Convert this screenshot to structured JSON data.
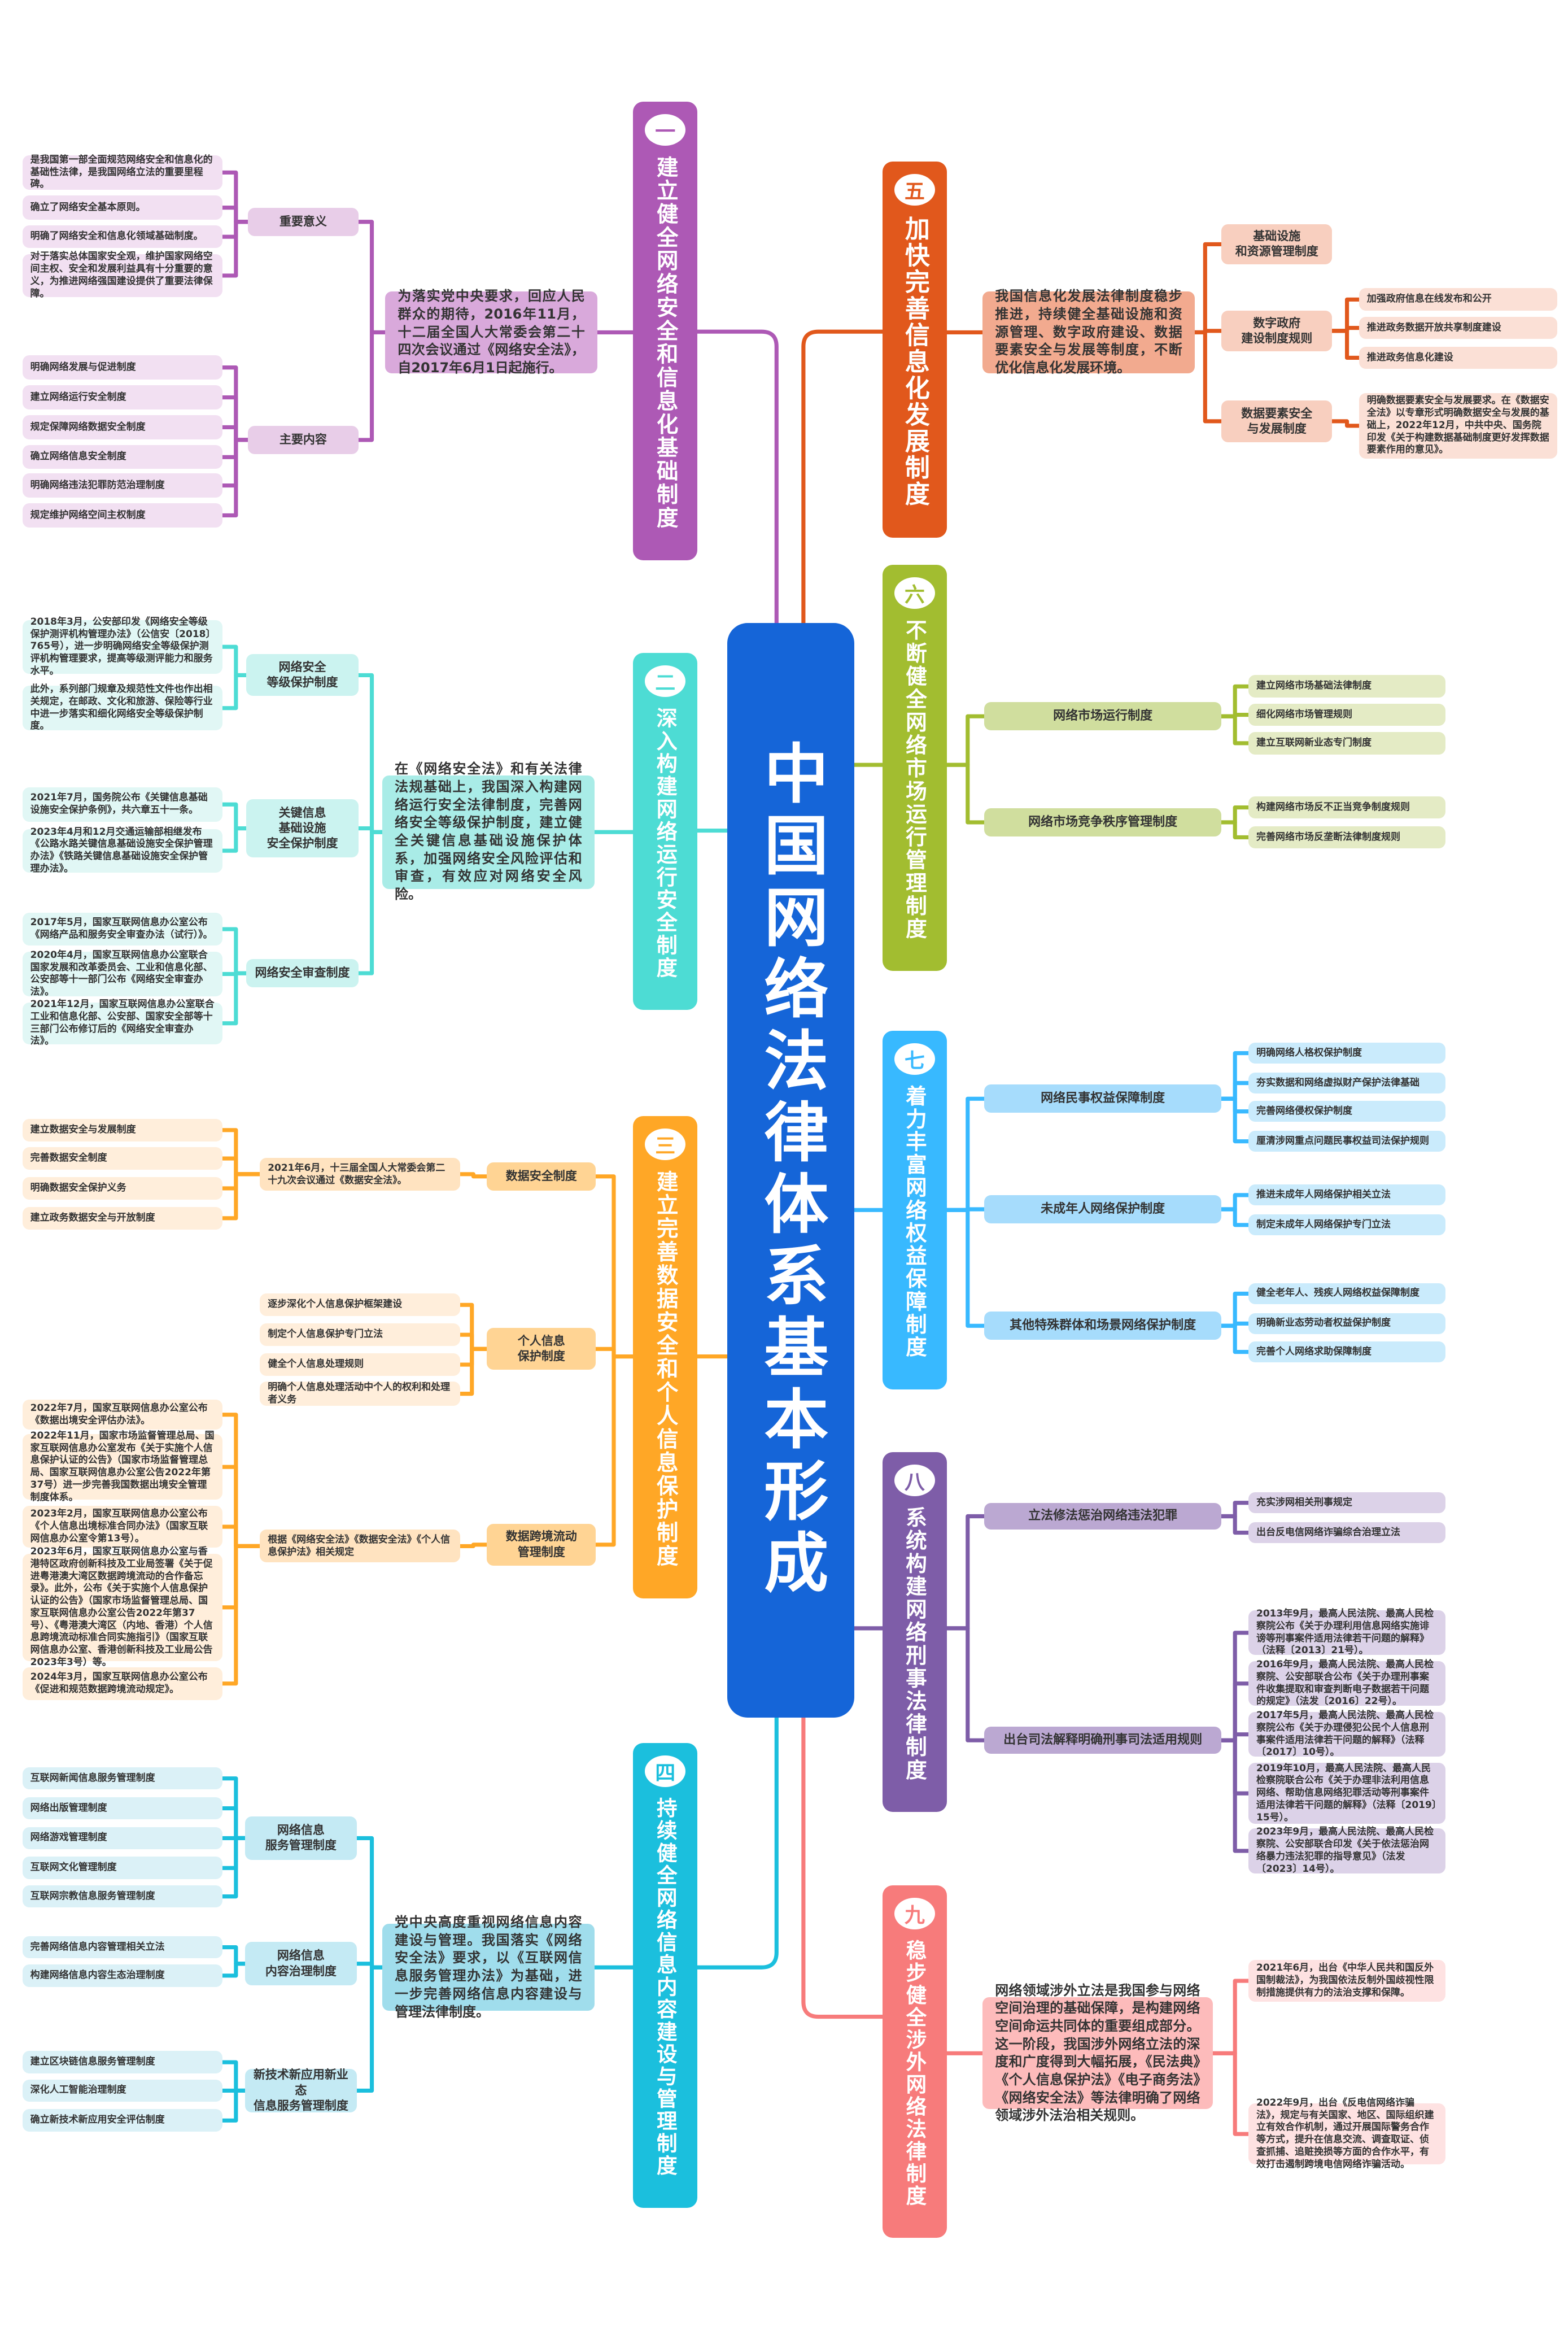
{
  "title": "中国网络法律体系基本形成",
  "central_color": "#1565D8",
  "sections": [
    {
      "num": "一",
      "title": "建立健全网络安全和信息化基础制度",
      "colors": {
        "main": "#AD59B5",
        "desc": "#D9A9DB",
        "sub": "#E8CDE8",
        "leaf": "#F2E0F2"
      },
      "desc": "为落实党中央要求，回应人民群众的期待，2016年11月，十二届全国人大常委会第二十四次会议通过《网络安全法》，自2017年6月1日起施行。",
      "groups": [
        {
          "label": "重要意义",
          "items": [
            "是我国第一部全面规范网络安全和信息化的基础性法律，是我国网络立法的重要里程碑。",
            "确立了网络安全基本原则。",
            "明确了网络安全和信息化领域基础制度。",
            "对于落实总体国家安全观，维护国家网络空间主权、安全和发展利益具有十分重要的意义，为推进网络强国建设提供了重要法律保障。"
          ]
        },
        {
          "label": "主要内容",
          "items": [
            "明确网络发展与促进制度",
            "建立网络运行安全制度",
            "规定保障网络数据安全制度",
            "确立网络信息安全制度",
            "明确网络违法犯罪防范治理制度",
            "规定维护网络空间主权制度"
          ]
        }
      ]
    },
    {
      "num": "二",
      "title": "深入构建网络运行安全制度",
      "colors": {
        "main": "#4DDCD4",
        "desc": "#A9ECE7",
        "sub": "#CBF3F0",
        "leaf": "#E1F7F5"
      },
      "desc": "在《网络安全法》和有关法律法规基础上，我国深入构建网络运行安全法律制度，完善网络安全等级保护制度，建立健全关键信息基础设施保护体系，加强网络安全风险评估和审查，有效应对网络安全风险。",
      "groups": [
        {
          "label": "网络安全\n等级保护制度",
          "items": [
            "2018年3月，公安部印发《网络安全等级保护测评机构管理办法》（公信安〔2018〕765号），进一步明确网络安全等级保护测评机构管理要求，提高等级测评能力和服务水平。",
            "此外，系列部门规章及规范性文件也作出相关规定，在邮政、文化和旅游、保险等行业中进一步落实和细化网络安全等级保护制度。"
          ]
        },
        {
          "label": "关键信息\n基础设施\n安全保护制度",
          "items": [
            "2021年7月，国务院公布《关键信息基础设施安全保护条例》，共六章五十一条。",
            "2023年4月和12月交通运输部相继发布《公路水路关键信息基础设施安全保护管理办法》《铁路关键信息基础设施安全保护管理办法》。"
          ]
        },
        {
          "label": "网络安全审查制度",
          "items": [
            "2017年5月，国家互联网信息办公室公布《网络产品和服务安全审查办法（试行）》。",
            "2020年4月，国家互联网信息办公室联合国家发展和改革委员会、工业和信息化部、公安部等十一部门公布《网络安全审查办法》。",
            "2021年12月，国家互联网信息办公室联合工业和信息化部、公安部、国家安全部等十三部门公布修订后的《网络安全审查办法》。"
          ]
        }
      ]
    },
    {
      "num": "三",
      "title": "建立完善数据安全和个人信息保护制度",
      "colors": {
        "main": "#FFA726",
        "sub": "#FFD494",
        "mid": "#FFE3C0",
        "leaf": "#FFEEDB"
      },
      "groups": [
        {
          "label": "数据安全制度",
          "mid": "2021年6月，十三届全国人大常委会第二十九次会议通过《数据安全法》。",
          "items": [
            "建立数据安全与发展制度",
            "完善数据安全制度",
            "明确数据安全保护义务",
            "建立政务数据安全与开放制度"
          ]
        },
        {
          "label": "个人信息\n保护制度",
          "items": [
            "逐步深化个人信息保护框架建设",
            "制定个人信息保护专门立法",
            "健全个人信息处理规则",
            "明确个人信息处理活动中个人的权利和处理者义务"
          ]
        },
        {
          "label": "数据跨境流动\n管理制度",
          "mid": "根据《网络安全法》《数据安全法》《个人信息保护法》相关规定",
          "items": [
            "2022年7月，国家互联网信息办公室公布《数据出境安全评估办法》。",
            "2022年11月，国家市场监督管理总局、国家互联网信息办公室发布《关于实施个人信息保护认证的公告》（国家市场监督管理总局、国家互联网信息办公室公告2022年第37号）进一步完善我国数据出境安全管理制度体系。",
            "2023年2月，国家互联网信息办公室公布《个人信息出境标准合同办法》（国家互联网信息办公室令第13号）。",
            "2023年6月，国家互联网信息办公室与香港特区政府创新科技及工业局签署《关于促进粤港澳大湾区数据跨境流动的合作备忘录》。此外，公布《关于实施个人信息保护认证的公告》（国家市场监督管理总局、国家互联网信息办公室公告2022年第37号）、《粤港澳大湾区（内地、香港）个人信息跨境流动标准合同实施指引》（国家互联网信息办公室、香港创新科技及工业局公告2023年3号）等。",
            "2024年3月，国家互联网信息办公室公布《促进和规范数据跨境流动规定》。"
          ]
        }
      ]
    },
    {
      "num": "四",
      "title": "持续健全网络信息内容建设与管理制度",
      "colors": {
        "main": "#1BBFDD",
        "desc": "#A0DDEC",
        "sub": "#C4EAF4",
        "leaf": "#DBF1F7"
      },
      "desc": "党中央高度重视网络信息内容建设与管理。我国落实《网络安全法》要求，以《互联网信息服务管理办法》为基础，进一步完善网络信息内容建设与管理法律制度。",
      "groups": [
        {
          "label": "网络信息\n服务管理制度",
          "items": [
            "互联网新闻信息服务管理制度",
            "网络出版管理制度",
            "网络游戏管理制度",
            "互联网文化管理制度",
            "互联网宗教信息服务管理制度"
          ]
        },
        {
          "label": "网络信息\n内容治理制度",
          "items": [
            "完善网络信息内容管理相关立法",
            "构建网络信息内容生态治理制度"
          ]
        },
        {
          "label": "新技术新应用新业态\n信息服务管理制度",
          "items": [
            "建立区块链信息服务管理制度",
            "深化人工智能治理制度",
            "确立新技术新应用安全评估制度"
          ]
        }
      ]
    },
    {
      "num": "五",
      "title": "加快完善信息化发展制度",
      "colors": {
        "main": "#E1581C",
        "desc": "#F2AA8F",
        "sub": "#F8CFBF",
        "leaf": "#FBE0D6"
      },
      "desc": "我国信息化发展法律制度稳步推进，持续健全基础设施和资源管理、数字政府建设、数据要素安全与发展等制度，不断优化信息化发展环境。",
      "groups": [
        {
          "label": "基础设施\n和资源管理制度",
          "items": []
        },
        {
          "label": "数字政府\n建设制度规则",
          "items": [
            "加强政府信息在线发布和公开",
            "推进政务数据开放共享制度建设",
            "推进政务信息化建设"
          ]
        },
        {
          "label": "数据要素安全\n与发展制度",
          "items": [
            "明确数据要素安全与发展要求。在《数据安全法》以专章形式明确数据安全与发展的基础上，2022年12月，中共中央、国务院印发《关于构建数据基础制度更好发挥数据要素作用的意见》。"
          ]
        }
      ]
    },
    {
      "num": "六",
      "title": "不断健全网络市场运行管理制度",
      "colors": {
        "main": "#A2BD30",
        "sub": "#D0DE9E",
        "leaf": "#E4EBC5"
      },
      "groups": [
        {
          "label": "网络市场运行制度",
          "items": [
            "建立网络市场基础法律制度",
            "细化网络市场管理规则",
            "建立互联网新业态专门制度"
          ]
        },
        {
          "label": "网络市场竞争秩序管理制度",
          "items": [
            "构建网络市场反不正当竞争制度规则",
            "完善网络市场反垄断法律制度规则"
          ]
        }
      ]
    },
    {
      "num": "七",
      "title": "着力丰富网络权益保障制度",
      "colors": {
        "main": "#38B9FF",
        "sub": "#A6DCFC",
        "leaf": "#CAEBFC"
      },
      "groups": [
        {
          "label": "网络民事权益保障制度",
          "items": [
            "明确网络人格权保护制度",
            "夯实数据和网络虚拟财产保护法律基础",
            "完善网络侵权保护制度",
            "厘清涉网重点问题民事权益司法保护规则"
          ]
        },
        {
          "label": "未成年人网络保护制度",
          "items": [
            "推进未成年人网络保护相关立法",
            "制定未成年人网络保护专门立法"
          ]
        },
        {
          "label": "其他特殊群体和场景网络保护制度",
          "items": [
            "健全老年人、残疾人网络权益保障制度",
            "明确新业态劳动者权益保护制度",
            "完善个人网络求助保障制度"
          ]
        }
      ]
    },
    {
      "num": "八",
      "title": "系统构建网络刑事法律制度",
      "colors": {
        "main": "#7E5DA8",
        "sub": "#BBA8D2",
        "leaf": "#DCD2E8"
      },
      "groups": [
        {
          "label": "立法修法惩治网络违法犯罪",
          "items": [
            "充实涉网相关刑事规定",
            "出台反电信网络诈骗综合治理立法"
          ]
        },
        {
          "label": "出台司法解释明确刑事司法适用规则",
          "items": [
            "2013年9月，最高人民法院、最高人民检察院公布《关于办理利用信息网络实施诽谤等刑事案件适用法律若干问题的解释》（法释〔2013〕21号）。",
            "2016年9月，最高人民法院、最高人民检察院、公安部联合公布《关于办理刑事案件收集提取和审查判断电子数据若干问题的规定》（法发〔2016〕22号）。",
            "2017年5月，最高人民法院、最高人民检察院公布《关于办理侵犯公民个人信息刑事案件适用法律若干问题的解释》（法释〔2017〕10号）。",
            "2019年10月，最高人民法院、最高人民检察院联合公布《关于办理非法利用信息网络、帮助信息网络犯罪活动等刑事案件适用法律若干问题的解释》（法释〔2019〕15号）。",
            "2023年9月，最高人民法院、最高人民检察院、公安部联合印发《关于依法惩治网络暴力违法犯罪的指导意见》（法发〔2023〕14号）。"
          ]
        }
      ]
    },
    {
      "num": "九",
      "title": "稳步健全涉外网络法律制度",
      "colors": {
        "main": "#F77B7B",
        "desc": "#FDBBBB",
        "leaf": "#FEE2E2"
      },
      "desc": "网络领域涉外立法是我国参与网络空间治理的基础保障，是构建网络空间命运共同体的重要组成部分。这一阶段，我国涉外网络立法的深度和广度得到大幅拓展，《民法典》《个人信息保护法》《电子商务法》《网络安全法》等法律明确了网络领域涉外法治相关规则。",
      "items": [
        "2021年6月，出台《中华人民共和国反外国制裁法》，为我国依法反制外国歧视性限制措施提供有力的法治支撑和保障。",
        "2022年9月，出台《反电信网络诈骗法》，规定与有关国家、地区、国际组织建立有效合作机制，通过开展国际警务合作等方式，提升在信息交流、调查取证、侦查抓捕、追赃挽损等方面的合作水平，有效打击遏制跨境电信网络诈骗活动。"
      ]
    }
  ]
}
